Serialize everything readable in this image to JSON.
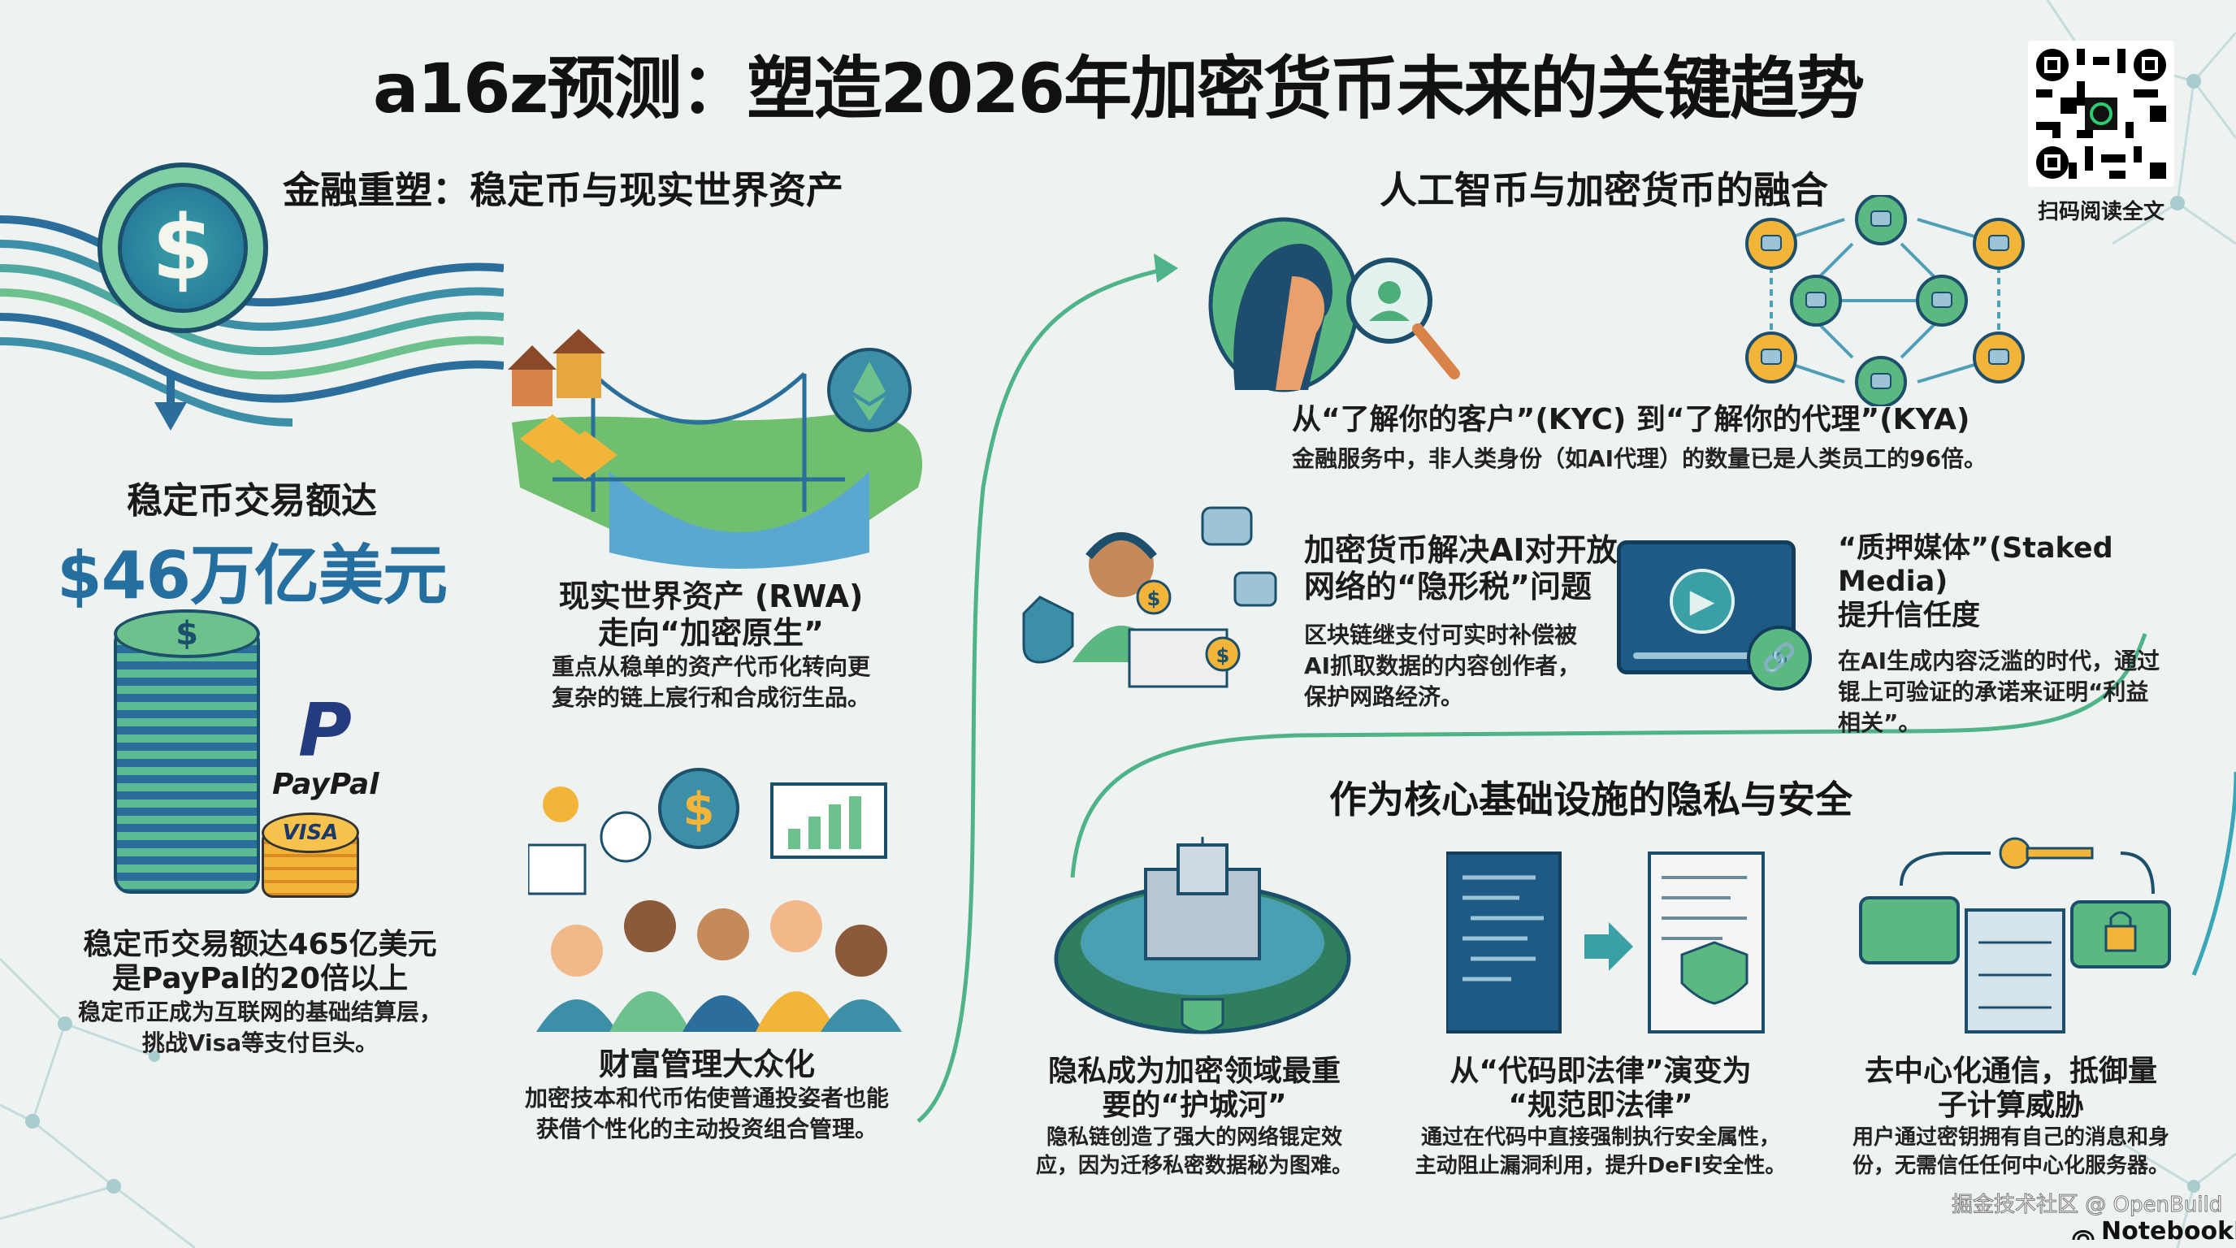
{
  "page": {
    "title": "a16z预测：塑造2026年加密货币未来的关键趋势",
    "colors": {
      "background": "#eef2f1",
      "accent_green": "#4caf7a",
      "accent_teal": "#2a8c8c",
      "accent_blue": "#246ea0",
      "coin_gold": "#f2b53a"
    }
  },
  "qr": {
    "caption": "扫码阅读全文",
    "icon": "qr-code-icon"
  },
  "section_finance": {
    "title": "金融重塑：稳定币与现实世界资产",
    "stat": {
      "label": "稳定币交易额达",
      "value": "$46万亿美元"
    },
    "paypal_logo": "PayPal",
    "visa_logo": "VISA",
    "stablecoin_card": {
      "heading_line1": "稳定币交易额达465亿美元",
      "heading_line2": "是PayPal的20倍以上",
      "body_line1": "稳定币正成为互联网的基础结算层，",
      "body_line2": "挑战Visa等支付巨头。"
    },
    "rwa_card": {
      "heading_line1": "现实世界资产 (RWA)",
      "heading_line2": "走向“加密原生”",
      "body_line1": "重点从稳单的资产代币化转向更",
      "body_line2": "复杂的链上宸行和合成衍生品。"
    },
    "wealth_card": {
      "heading": "财富管理大众化",
      "body_line1": "加密技本和代币佑使普通投姿者也能",
      "body_line2": "获借个性化的主动投资组合管理。"
    }
  },
  "section_ai": {
    "title": "人工智币与加密货币的融合",
    "kya_card": {
      "heading": "从“了解你的客户”(KYC) 到“了解你的代理”(KYA)",
      "body": "金融服务中，非人类身份（如AI代理）的数量已是人类员工的96倍。"
    },
    "tax_card": {
      "heading_line1": "加密货币解决AI对开放",
      "heading_line2": "网络的“隐形税”问题",
      "body_line1": "区块链继支付可实时补偿被",
      "body_line2": "AI抓取数据的内容创作者，",
      "body_line3": "保护网路经济。"
    },
    "staked_card": {
      "heading_line1": "“质押媒体”(Staked Media)",
      "heading_line2": "提升信任度",
      "body_line1": "在AI生成内容泛滥的时代，通过",
      "body_line2": "锟上可验证的承诺来证明“利益",
      "body_line3": "相关”。"
    }
  },
  "section_privacy": {
    "title": "作为核心基础设施的隐私与安全",
    "moat_card": {
      "heading_line1": "隐私成为加密领域最重",
      "heading_line2": "要的“护城河”",
      "body_line1": "隐私链创造了强大的网络锟定效",
      "body_line2": "应，因为迁移私密数据秘为图难。"
    },
    "law_card": {
      "heading_line1": "从“代码即法律”演变为",
      "heading_line2": "“规范即法律”",
      "body_line1": "通过在代码中直接强制执行安全属性，",
      "body_line2": "主动阻止漏洞利用，提升DeFI安全性。"
    },
    "comm_card": {
      "heading_line1": "去中心化通信，抵御量",
      "heading_line2": "子计算威胁",
      "body_line1": "用户通过密钥拥有自己的消息和身",
      "body_line2": "份，无需信任任何中心化服务器。"
    }
  },
  "footer": {
    "watermark": "掘金技术社区 @ OpenBuild",
    "brand": "NotebookLM"
  }
}
